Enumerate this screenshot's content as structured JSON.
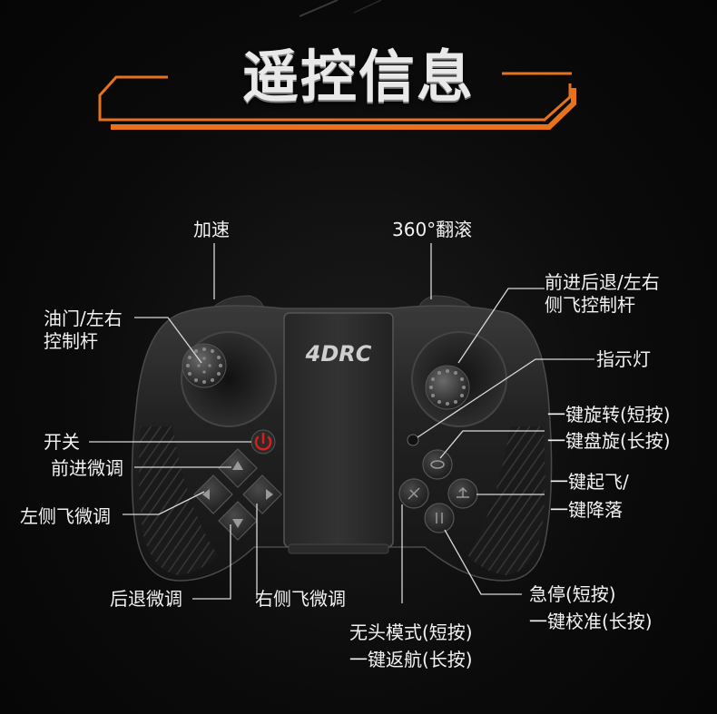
{
  "title": "遥控信息",
  "brand_logo": "4DRC",
  "labels": {
    "speed": "加速",
    "flip": "360°翻滚",
    "throttle_line1": "油门/左右",
    "throttle_line2": "控制杆",
    "fwd_line1": "前进后退/左右",
    "fwd_line2": "侧飞控制杆",
    "indicator": "指示灯",
    "rotate_line1": "一键旋转(短按)",
    "rotate_line2": "一键盘旋(长按)",
    "power": "开关",
    "trim_fwd": "前进微调",
    "takeoff_line1": "一键起飞/",
    "takeoff_line2": "一键降落",
    "trim_left": "左侧飞微调",
    "trim_back": "后退微调",
    "trim_right": "右侧飞微调",
    "estop_line1": "急停(短按)",
    "estop_line2": "一键校准(长按)",
    "headless_line1": "无头模式(短按)",
    "headless_line2": "一键返航(长按)"
  },
  "colors": {
    "accent_orange": "#e8711c",
    "power_red": "#d81e1e",
    "controller_body": "#1e1e1e"
  },
  "icons": [
    "power-icon",
    "dpad-up-icon",
    "dpad-down-icon",
    "dpad-left-icon",
    "dpad-right-icon",
    "takeoff-icon",
    "rotate-icon",
    "headless-icon",
    "estop-icon"
  ]
}
